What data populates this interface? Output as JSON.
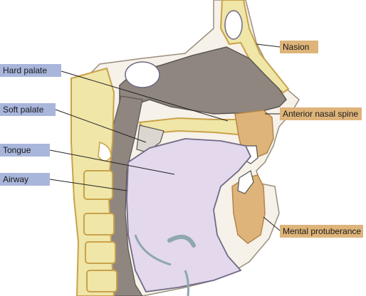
{
  "colors": {
    "bone": "#efe6a8",
    "bone_outline": "#caa24a",
    "cavity": "#8f8680",
    "oral": "#e3d8ec",
    "oral_outline": "#6f6a86",
    "soft_tissue": "#f6f1e9",
    "airway": "#dcd6d0",
    "left_label_bg": "#a9b6dc",
    "right_label_bg": "#deb47a"
  },
  "labels": {
    "left": [
      {
        "id": "hard-palate",
        "text": "Hard palate"
      },
      {
        "id": "soft-palate",
        "text": "Soft palate"
      },
      {
        "id": "tongue",
        "text": "Tongue"
      },
      {
        "id": "airway",
        "text": "Airway"
      }
    ],
    "right": [
      {
        "id": "nasion",
        "text": "Nasion"
      },
      {
        "id": "anterior-nasal-spine",
        "text": "Anterior nasal spine"
      },
      {
        "id": "mental-protuberance",
        "text": "Mental protuberance"
      }
    ]
  }
}
